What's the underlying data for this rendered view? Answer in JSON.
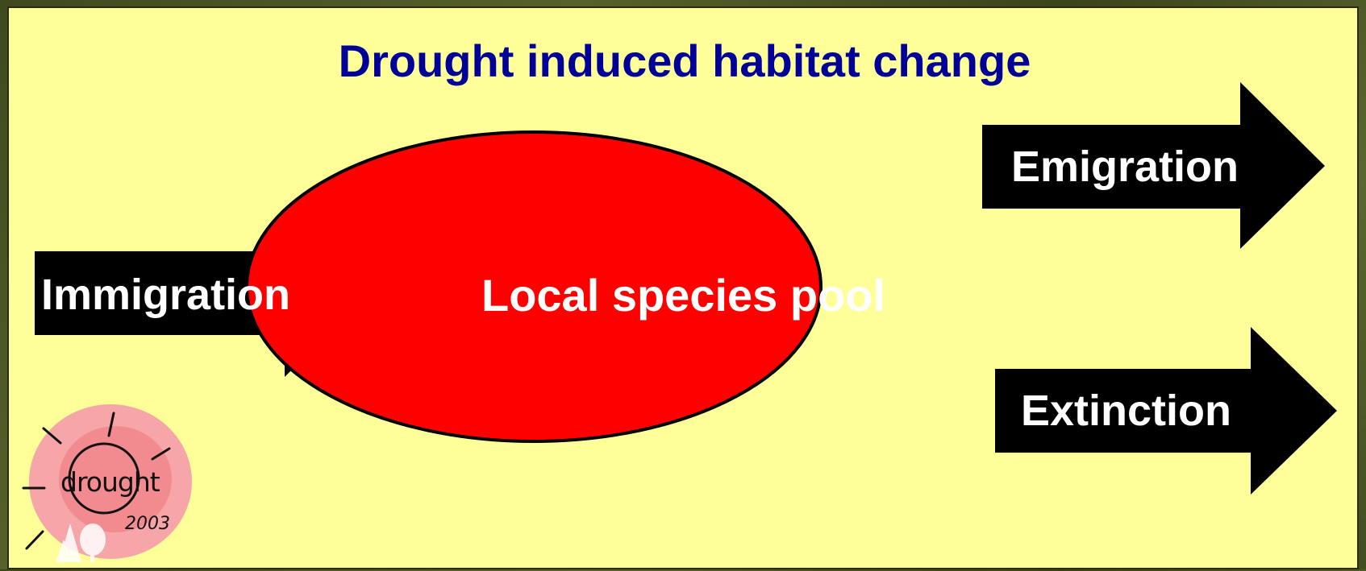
{
  "diagram": {
    "title": "Drought induced habitat change",
    "center_node": "Local species pool",
    "inflow": {
      "label": "Immigration"
    },
    "outflows": [
      {
        "label": "Emigration"
      },
      {
        "label": "Extinction"
      }
    ]
  },
  "logo": {
    "word": "drought",
    "year": "2003"
  },
  "colors": {
    "panel_bg": "#ffff99",
    "title": "#000099",
    "ellipse_fill": "#ff0000",
    "arrow_fill": "#000000",
    "label_text": "#ffffff"
  }
}
